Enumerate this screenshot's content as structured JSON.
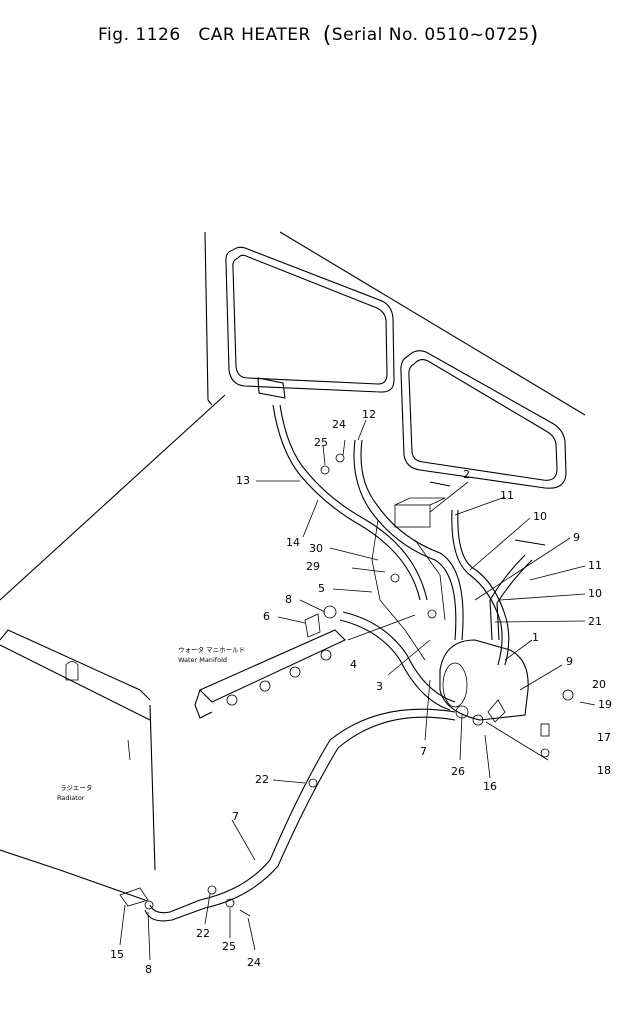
{
  "header": {
    "fig_label": "Fig. 1126",
    "title": "CAR HEATER",
    "serial": "Serial No. 0510~0725"
  },
  "labels": {
    "water_manifold_jp": "ウォータ マニホールド",
    "water_manifold_en": "Water Manifold",
    "radiator_jp": "ラジエータ",
    "radiator_en": "Radiator"
  },
  "callouts": [
    "1",
    "2",
    "3",
    "4",
    "5",
    "6",
    "7",
    "7",
    "8",
    "8",
    "9",
    "9",
    "10",
    "10",
    "11",
    "11",
    "12",
    "13",
    "14",
    "15",
    "16",
    "17",
    "18",
    "19",
    "20",
    "21",
    "22",
    "22",
    "24",
    "24",
    "25",
    "25",
    "26",
    "29",
    "30"
  ],
  "colors": {
    "ink": "#000000",
    "paper": "#ffffff"
  }
}
